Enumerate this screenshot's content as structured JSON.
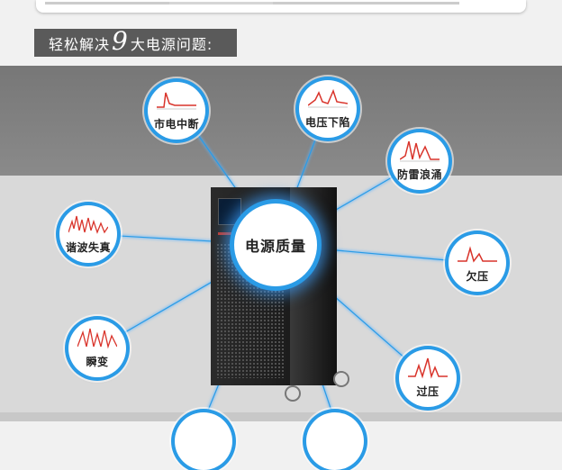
{
  "banner": {
    "prefix": "轻松解决",
    "number": "9",
    "suffix": "大电源问题:"
  },
  "hub": {
    "label": "电源质量"
  },
  "nodes": [
    {
      "label": "市电中断"
    },
    {
      "label": "电压下陷"
    },
    {
      "label": "防雷浪涌"
    },
    {
      "label": "谐波失真"
    },
    {
      "label": "欠压"
    },
    {
      "label": "瞬变"
    },
    {
      "label": "过压"
    }
  ],
  "colors": {
    "accent": "#2a9be6",
    "wave": "#d9342b",
    "banner": "#5a5a5a",
    "stage_dark": "#7d7d7d",
    "stage_light": "#d9d9d9"
  }
}
